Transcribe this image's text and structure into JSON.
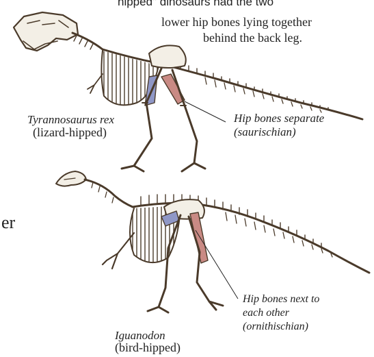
{
  "caption": {
    "line1": "hipped\" dinosaurs had the two",
    "line2": "lower hip bones lying together",
    "line3": "behind the back leg."
  },
  "trex": {
    "name": "Tyrannosaurus rex",
    "group": "(lizard-hipped)",
    "callout_line1": "Hip bones separate",
    "callout_line2": "(saurischian)"
  },
  "iguanodon": {
    "name": "Iguanodon",
    "group": "(bird-hipped)",
    "callout_line1": "Hip bones next to",
    "callout_line2": "each other",
    "callout_line3": "(ornithischian)"
  },
  "edge_fragment": "er",
  "colors": {
    "pubis": "#c98a84",
    "ischium": "#8f97c6",
    "bone": "#4a3a2a"
  }
}
